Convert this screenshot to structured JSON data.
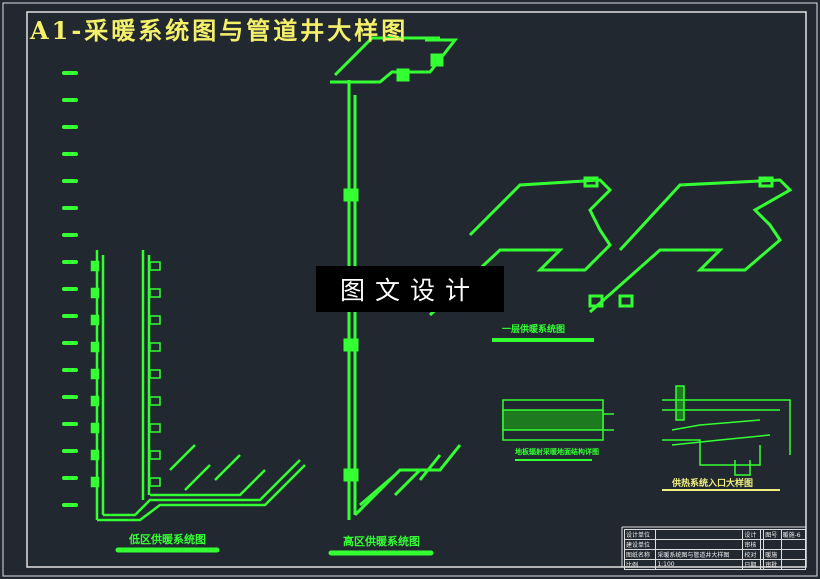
{
  "title": "A1-采暖系统图与管道井大样图",
  "watermark": "图文设计",
  "labels": {
    "low_zone": "低区供暖系统图",
    "high_zone": "高区供暖系统图",
    "first_floor": "一层供暖系统图",
    "floor_detail": "地板辐射采暖地面结构详图",
    "entry_detail": "供热系统入口大样图"
  },
  "title_block": {
    "rows": [
      [
        "设计单位",
        "",
        "设计",
        "",
        "图号",
        "暖施-6"
      ],
      [
        "建设单位",
        "",
        "审核",
        "",
        "",
        ""
      ],
      [
        "图纸名称",
        "采暖系统图与管道井大样图",
        "校对",
        "",
        "暖施",
        ""
      ],
      [
        "比例",
        "1:100",
        "日期",
        "",
        "审批",
        ""
      ]
    ]
  },
  "colors": {
    "background": "#212830",
    "pipe": "#33ff33",
    "title": "#f4f06a",
    "border": "#e0e0e0"
  }
}
